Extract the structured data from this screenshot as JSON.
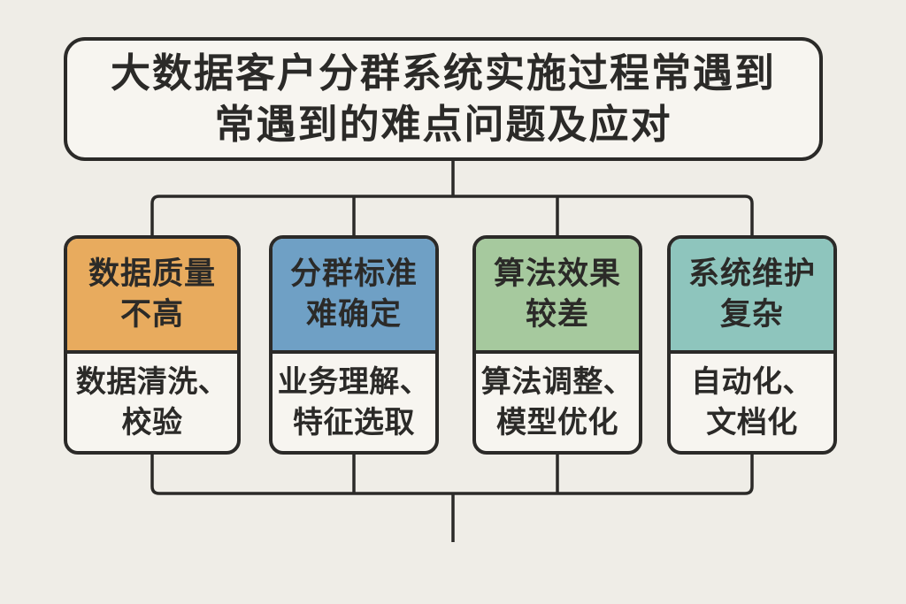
{
  "title": {
    "line1": "大数据客户分群系统实施过程常遇到",
    "line2": "常遇到的难点问题及应对"
  },
  "boxes": [
    {
      "problem_line1": "数据质量",
      "problem_line2": "不高",
      "solution_line1": "数据清洗、",
      "solution_line2": "校验",
      "header_color": "#e8ab5e"
    },
    {
      "problem_line1": "分群标准",
      "problem_line2": "难确定",
      "solution_line1": "业务理解、",
      "solution_line2": "特征选取",
      "header_color": "#6fa0c5"
    },
    {
      "problem_line1": "算法效果",
      "problem_line2": "较差",
      "solution_line1": "算法调整、",
      "solution_line2": "模型优化",
      "header_color": "#a6c99e"
    },
    {
      "problem_line1": "系统维护",
      "problem_line2": "复杂",
      "solution_line1": "自动化、",
      "solution_line2": "文档化",
      "header_color": "#8ec5bd"
    }
  ],
  "colors": {
    "background": "#efede7",
    "box_fill": "#f7f5f0",
    "line": "#2b2a28",
    "text": "#2b2a28"
  }
}
